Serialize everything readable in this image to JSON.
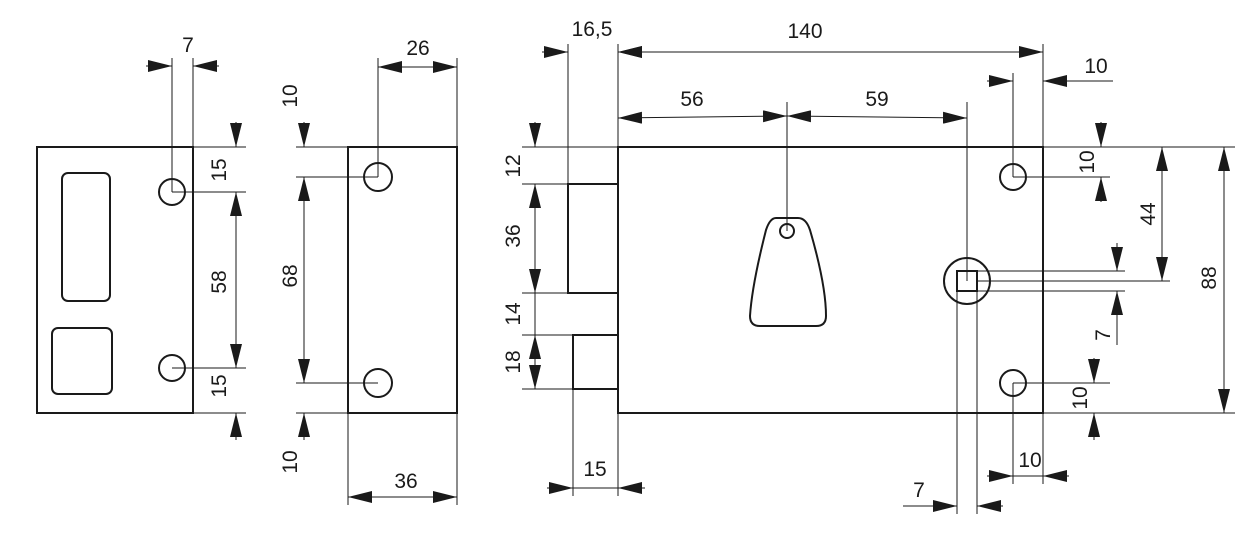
{
  "stroke_color": "#1a1a1a",
  "background_color": "#ffffff",
  "dims": {
    "striker_top_offset": "7",
    "striker_top_gap": "15",
    "striker_hole_spacing": "58",
    "striker_bottom_gap": "15",
    "plate_width_top": "26",
    "plate_top_gap": "10",
    "plate_hole_spacing": "68",
    "plate_bottom_gap": "10",
    "plate_width_bottom": "36",
    "body_overhang": "16,5",
    "body_width": "140",
    "body_right_edge": "10",
    "key_from_left": "56",
    "key_to_spindle": "59",
    "bolt_top": "12",
    "bolt_height": "36",
    "bolt_gap": "14",
    "latch_height": "18",
    "right_hole_top": "10",
    "spindle_from_top": "44",
    "body_height": "88",
    "spindle_square": "7",
    "right_hole_bottom": "10",
    "latch_width": "15",
    "right_hole_side": "10",
    "spindle_width": "7"
  }
}
